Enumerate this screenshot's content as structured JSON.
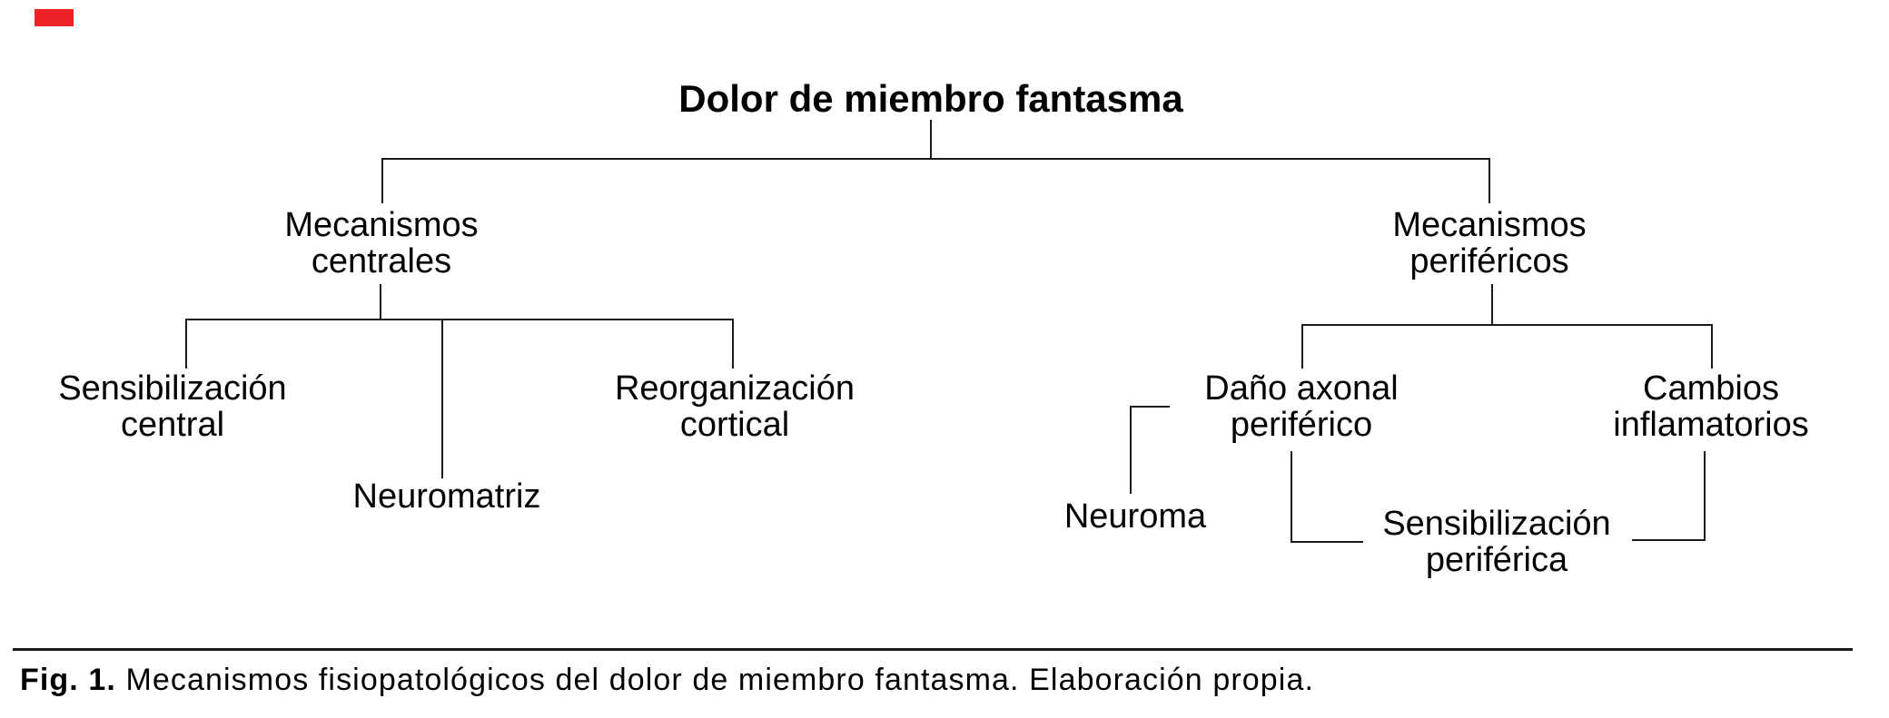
{
  "colors": {
    "background": "#ffffff",
    "line": "#1a1a1a",
    "text": "#000000",
    "corner_mark_red": "#ec2227"
  },
  "diagram": {
    "root": {
      "label": "Dolor de miembro fantasma"
    },
    "central_branch": {
      "label_line1": "Mecanismos",
      "label_line2": "centrales",
      "children": {
        "sensibilizacion_central": {
          "line1": "Sensibilización",
          "line2": "central"
        },
        "neuromatriz": {
          "label": "Neuromatriz"
        },
        "reorganizacion_cortical": {
          "line1": "Reorganización",
          "line2": "cortical"
        }
      }
    },
    "peripheral_branch": {
      "label_line1": "Mecanismos",
      "label_line2": "periféricos",
      "children": {
        "dano_axonal": {
          "line1": "Daño axonal",
          "line2": "periférico"
        },
        "cambios_inflamatorios": {
          "line1": "Cambios",
          "line2": "inflamatorios"
        },
        "neuroma": {
          "label": "Neuroma"
        },
        "sensibilizacion_periferica": {
          "line1": "Sensibilización",
          "line2": "periférica"
        }
      }
    }
  },
  "caption": {
    "figure_number": "Fig. 1.",
    "text": " Mecanismos fisiopatológicos del dolor de miembro fantasma. Elaboración propia."
  }
}
